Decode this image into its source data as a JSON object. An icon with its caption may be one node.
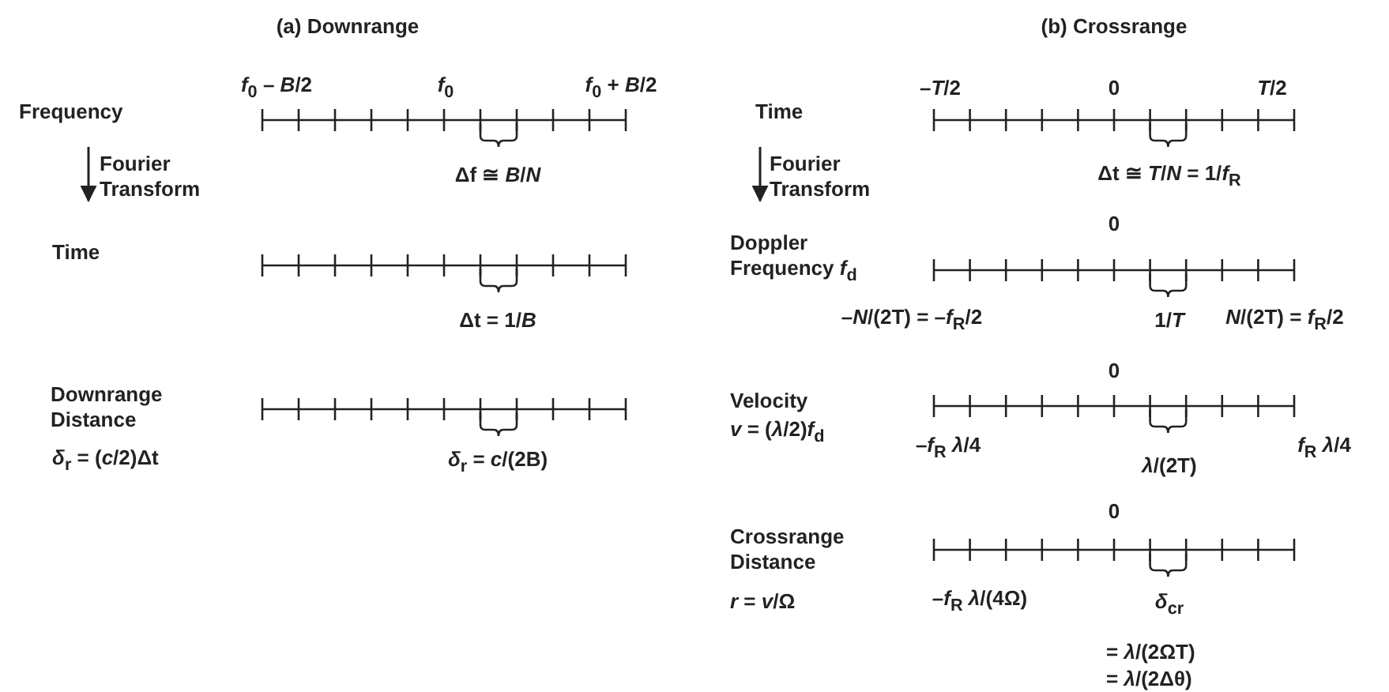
{
  "diagram": {
    "labels": [
      "(a) Downrange",
      "*f*$_{0}$ – *B*/2",
      "*f*$_{0}$",
      "*f*$_{0}$ + *B*/2",
      "Frequency",
      "Fourier Transform",
      "Δf ≅ *B*/*N*",
      "Time",
      "Δt = 1/*B*",
      "Downrange Distance",
      "*δ*$_{r}$ = (*c*/2)Δt",
      "*δ*$_{r}$ = *c*/(2B)",
      "(b) Crossrange",
      "–*T*/2",
      "0",
      "*T*/2",
      "Time",
      "Fourier Transform",
      "Δt ≅ *T*/*N* = 1/*f*$_{R}$",
      "0",
      "Doppler Frequency *f*$_{d}$",
      "–*N*/(2T) = –*f*$_{R}$/2",
      "1/*T*",
      "*N*/(2T) = *f*$_{R}$/2",
      "0",
      "Velocity",
      "*v* = (*λ*/2)*f*$_{d}$",
      "–*f*$_{R}$ *λ*/4",
      "*λ*/(2T)",
      "*f*$_{R}$ *λ*/4",
      "0",
      "Crossrange Distance",
      "*r* = *v*/Ω",
      "–*f*$_{R}$ *λ*/(4Ω)",
      "*δ*$_{cr}$",
      "= *λ*/(2ΩT)",
      "= *λ*/(2Δθ)"
    ]
  }
}
